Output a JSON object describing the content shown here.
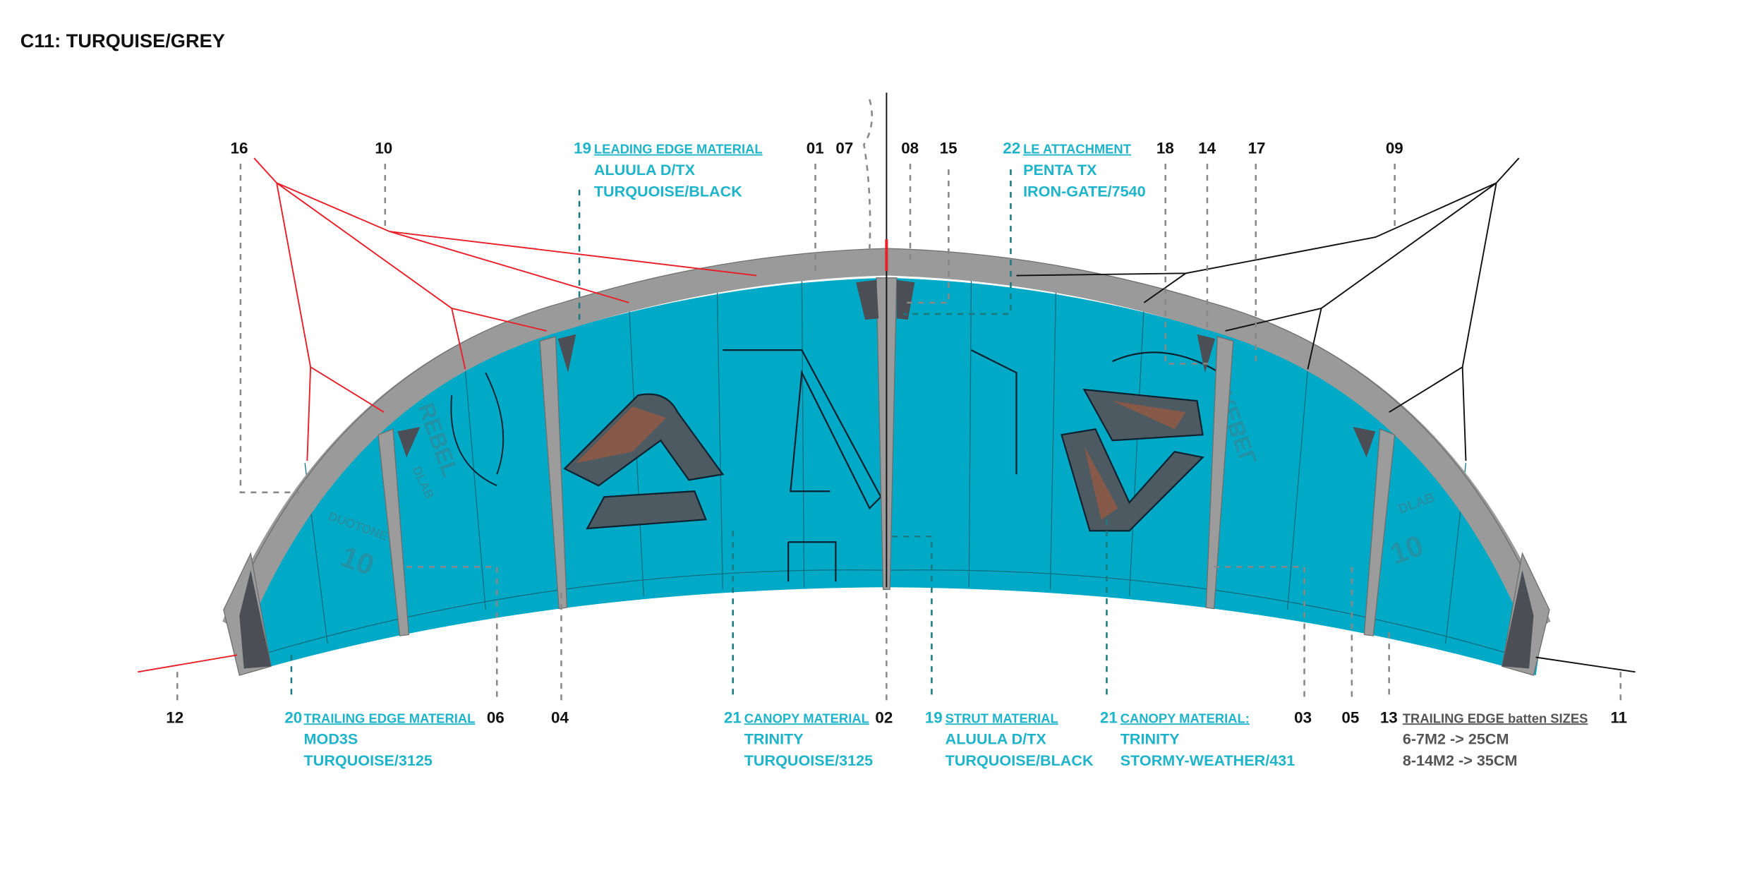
{
  "title": "C11: TURQUISE/GREY",
  "colors": {
    "canopy": "#00A9C5",
    "leading_edge": "#9A9A9A",
    "bridle_left": "#E8202A",
    "bridle_right": "#111111",
    "label_teal": "#1FB4C9"
  },
  "callouts_top": [
    "16",
    "10",
    "01",
    "07",
    "08",
    "15",
    "18",
    "14",
    "17",
    "09"
  ],
  "callouts_bottom": [
    "12",
    "06",
    "04",
    "02",
    "03",
    "05",
    "11"
  ],
  "materials": {
    "leading_edge": {
      "num": "19",
      "title": "LEADING EDGE MATERIAL",
      "lines": [
        "ALUULA D/TX",
        "TURQUOISE/BLACK"
      ]
    },
    "le_attachment": {
      "num": "22",
      "title": "LE ATTACHMENT",
      "lines": [
        "PENTA TX",
        "IRON-GATE/7540"
      ]
    },
    "trailing_edge": {
      "num": "20",
      "title": "TRAILING EDGE MATERIAL",
      "lines": [
        "MOD3S",
        "TURQUOISE/3125"
      ]
    },
    "canopy": {
      "num": "21",
      "title": "CANOPY MATERIAL",
      "lines": [
        "TRINITY",
        "TURQUOISE/3125"
      ]
    },
    "strut": {
      "num": "19",
      "title": "STRUT MATERIAL",
      "lines": [
        "ALUULA D/TX",
        "TURQUOISE/BLACK"
      ]
    },
    "canopy2": {
      "num": "21",
      "title": "CANOPY MATERIAL:",
      "lines": [
        "TRINITY",
        "STORMY-WEATHER/431"
      ]
    }
  },
  "battens": {
    "num": "13",
    "title": "TRAILING EDGE batten SIZES",
    "lines": [
      "6-7M2 -> 25CM",
      "8-14M2 -> 35CM"
    ]
  },
  "kite_graphics": {
    "left_brand": "DUOTONE",
    "left_size": "10",
    "rebel": "REBEL",
    "dlab": "DLAB",
    "right_size": "10"
  }
}
